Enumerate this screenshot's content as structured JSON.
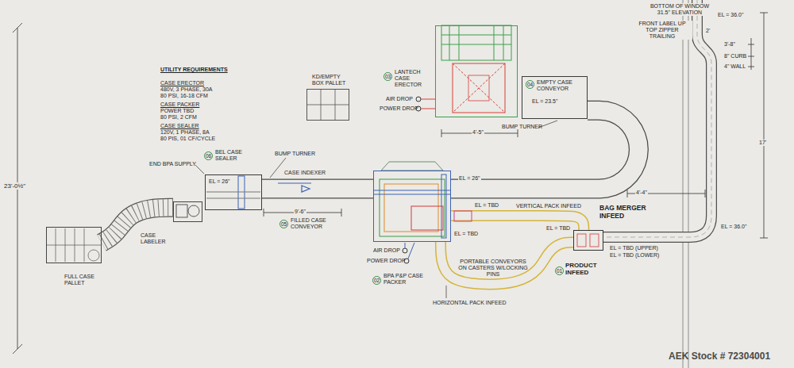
{
  "diagram": {
    "nodes": [
      {
        "text": [
          "03",
          "LANTECH CASE ERECTOR"
        ]
      },
      {
        "text": [
          "04",
          "EMPTY CASE CONVEYOR",
          "EL = 23.5\""
        ]
      },
      {
        "text": [
          "02",
          "BPA P&P CASE PACKER"
        ]
      },
      {
        "text": [
          "06",
          "BEL CASE SEALER",
          "EL = 26\""
        ]
      },
      {
        "text": [
          "CASE LABELER"
        ]
      },
      {
        "text": [
          "FULL CASE PALLET"
        ]
      },
      {
        "text": [
          "BAG MERGER INFEED"
        ]
      },
      {
        "text": [
          "KD/EMPTY BOX PALLET"
        ]
      }
    ],
    "edges": [
      {
        "from": 1,
        "to": 2,
        "arrow": "none"
      },
      {
        "from": 2,
        "to": 3,
        "arrow": "none"
      },
      {
        "from": 4,
        "to": 5,
        "arrow": "none"
      },
      {
        "from": 6,
        "to": 2,
        "arrow": "none"
      },
      {
        "from": 6,
        "to": 2,
        "arrow": "none"
      }
    ],
    "labels": [
      "UTILITY REQUIREMENTS",
      "CASE ERECTOR",
      "480V, 3 PHASE, 30A",
      "80 PSI, 16-18 CFM",
      "CASE PACKER",
      "POWER TBD",
      "80 PSI, 2 CFM",
      "CASE SEALER",
      "120V, 1 PHASE, 8A",
      "80 PIS, 01 CF/CYCLE",
      "23'-0½\"",
      "AIR DROP",
      "POWER DROP",
      "BUMP TURNER",
      "4'-5\"",
      "4'-4\"",
      "17'",
      "BOTTOM OF WINDOW 31.5\" ELEVATION",
      "EL = 36.0\"",
      "FRONT LABEL UP TOP ZIPPER TRAILING",
      "2'",
      "3'-8\"",
      "8\" CURB",
      "4\" WALL",
      "EL = 36.0\"",
      "BUMP TURNER",
      "CASE INDEXER",
      "END BPA SUPPLY",
      "9'-6\"",
      "05",
      "FILLED CASE CONVEYOR",
      "EL = 26\"",
      "EL = TBD",
      "VERTICAL PACK INFEED",
      "EL = TBD",
      "EL = TBD",
      "EL = TBD (UPPER)",
      "EL = TBD (LOWER)",
      "AIR DROP",
      "POWER DROP",
      "PORTABLE CONVEYORS ON CASTERS W/LOCKING PINS",
      "01",
      "PRODUCT INFEED",
      "HORIZONTAL PACK INFEED",
      "AEK Stock # 72304001"
    ]
  }
}
